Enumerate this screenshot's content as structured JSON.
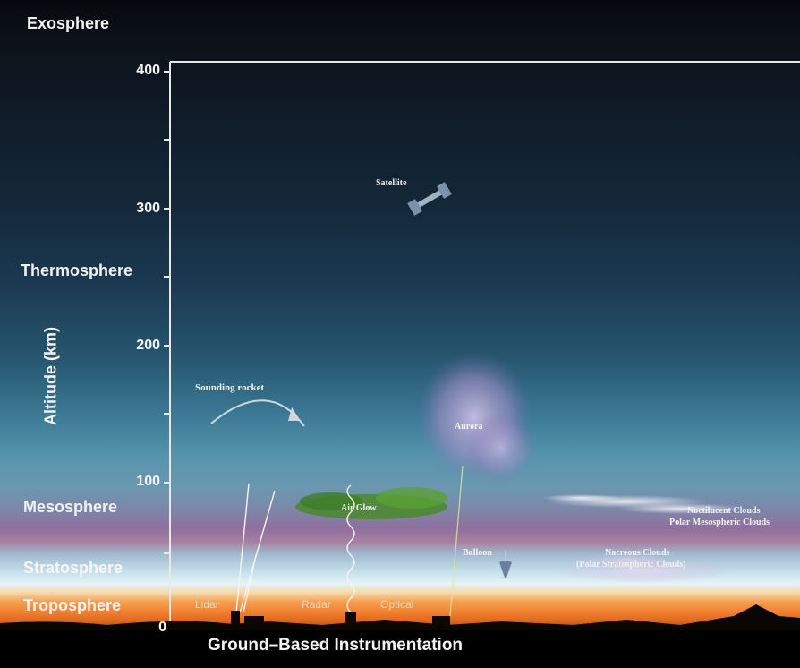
{
  "layers": {
    "exosphere": "Exosphere",
    "thermosphere": "Thermosphere",
    "mesosphere": "Mesosphere",
    "stratosphere": "Stratosphere",
    "troposphere": "Troposphere"
  },
  "axis": {
    "title": "Altitude (km)",
    "ticks": [
      "400",
      "300",
      "200",
      "100",
      "0"
    ]
  },
  "phenomena": {
    "satellite": "Satellite",
    "sounding_rocket": "Sounding rocket",
    "aurora": "Aurora",
    "air_glow": "Air Glow",
    "balloon": "Balloon",
    "noctilucent_line1": "Noctilucent Clouds",
    "noctilucent_line2": "Polar Mesospheric Clouds",
    "nacreous_line1": "Nacreous Clouds",
    "nacreous_line2": "(Polar Stratospheric Clouds)"
  },
  "instruments": {
    "lidar": "Lidar",
    "radar": "Radar",
    "optical": "Optical"
  },
  "footer": {
    "title": "Ground–Based Instrumentation"
  }
}
